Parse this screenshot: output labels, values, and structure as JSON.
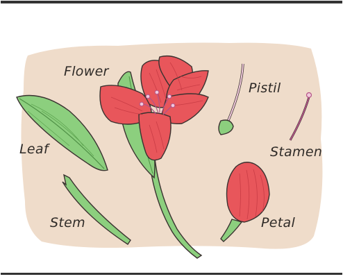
{
  "diagram": {
    "labels": {
      "flower": "Flower",
      "pistil": "Pistil",
      "leaf": "Leaf",
      "stamen": "Stamen",
      "stem": "Stem",
      "petal": "Petal"
    },
    "colors": {
      "background_blob": "#efdcca",
      "petal_red": "#e8565b",
      "petal_shade": "#c93c45",
      "leaf_green": "#8ccf7e",
      "leaf_dark": "#4e8f45",
      "stamen_pink": "#b45487",
      "outline": "#3a3230"
    }
  }
}
